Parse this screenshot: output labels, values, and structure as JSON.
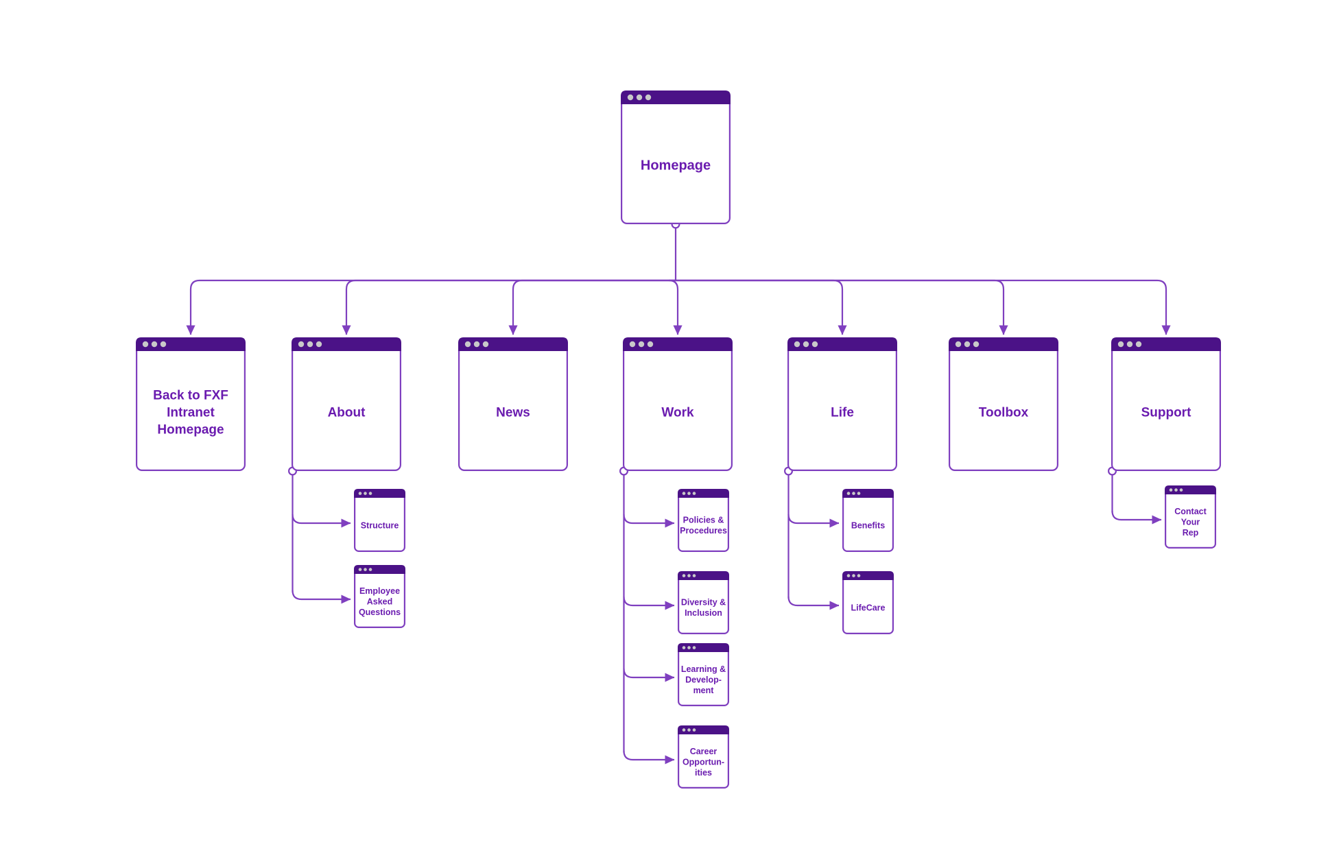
{
  "diagram": {
    "title": "FXF Intranet Sitemap",
    "type": "sitemap-tree",
    "colors": {
      "background": "#ffffff",
      "card_header": "#4B1287",
      "card_border": "#7F3FBF",
      "card_fill": "#ffffff",
      "text": "#6A1BAF",
      "connector": "#7F3FBF",
      "window_dot": "#C9C9C9"
    },
    "window_dots_count": 3
  },
  "root": {
    "label": "Homepage",
    "has_children": true
  },
  "level2": [
    {
      "id": "back-to-fxf-intranet-homepage",
      "lines": [
        "Back to FXF",
        "Intranet",
        "Homepage"
      ],
      "label": "Back to FXF Intranet Homepage",
      "has_children": false
    },
    {
      "id": "about",
      "lines": [
        "About"
      ],
      "label": "About",
      "has_children": true
    },
    {
      "id": "news",
      "lines": [
        "News"
      ],
      "label": "News",
      "has_children": false
    },
    {
      "id": "work",
      "lines": [
        "Work"
      ],
      "label": "Work",
      "has_children": true
    },
    {
      "id": "life",
      "lines": [
        "Life"
      ],
      "label": "Life",
      "has_children": true
    },
    {
      "id": "toolbox",
      "lines": [
        "Toolbox"
      ],
      "label": "Toolbox",
      "has_children": false
    },
    {
      "id": "support",
      "lines": [
        "Support"
      ],
      "label": "Support",
      "has_children": true
    }
  ],
  "level3": {
    "about": [
      {
        "id": "structure",
        "lines": [
          "Structure"
        ],
        "label": "Structure"
      },
      {
        "id": "employee-asked-questions",
        "lines": [
          "Employee",
          "Asked",
          "Questions"
        ],
        "label": "Employee Asked Questions"
      }
    ],
    "work": [
      {
        "id": "policies-procedures",
        "lines": [
          "Policies &",
          "Procedures"
        ],
        "label": "Policies & Procedures"
      },
      {
        "id": "diversity-inclusion",
        "lines": [
          "Diversity &",
          "Inclusion"
        ],
        "label": "Diversity & Inclusion"
      },
      {
        "id": "learning-development",
        "lines": [
          "Learning &",
          "Develop-",
          "ment"
        ],
        "label": "Learning & Development"
      },
      {
        "id": "career-opportunities",
        "lines": [
          "Career",
          "Opportun-",
          "ities"
        ],
        "label": "Career Opportunities"
      }
    ],
    "life": [
      {
        "id": "benefits",
        "lines": [
          "Benefits"
        ],
        "label": "Benefits"
      },
      {
        "id": "lifecare",
        "lines": [
          "LifeCare"
        ],
        "label": "LifeCare"
      }
    ],
    "support": [
      {
        "id": "contact-your-rep",
        "lines": [
          "Contact",
          "Your",
          "Rep"
        ],
        "label": "Contact Your Rep"
      }
    ]
  },
  "labels": {
    "homepage": "Homepage",
    "back_to_fxf": "Back to FXF Intranet Homepage",
    "about": "About",
    "news": "News",
    "work": "Work",
    "life": "Life",
    "toolbox": "Toolbox",
    "support": "Support",
    "structure": "Structure",
    "employee_asked_questions": "Employee Asked Questions",
    "policies_procedures": "Policies & Procedures",
    "diversity_inclusion": "Diversity & Inclusion",
    "learning_development": "Learning & Development",
    "career_opportunities": "Career Opportunities",
    "benefits": "Benefits",
    "lifecare": "LifeCare",
    "contact_your_rep": "Contact Your Rep"
  }
}
